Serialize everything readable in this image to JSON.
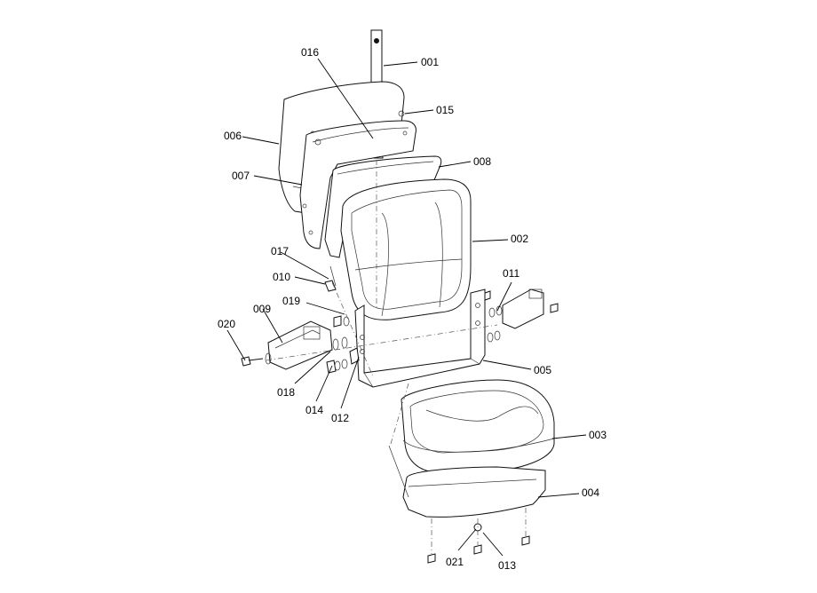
{
  "parts": [
    {
      "id": "p001",
      "label": "001"
    },
    {
      "id": "p002",
      "label": "002"
    },
    {
      "id": "p003",
      "label": "003"
    },
    {
      "id": "p004",
      "label": "004"
    },
    {
      "id": "p005",
      "label": "005"
    },
    {
      "id": "p006",
      "label": "006"
    },
    {
      "id": "p007",
      "label": "007"
    },
    {
      "id": "p008",
      "label": "008"
    },
    {
      "id": "p009",
      "label": "009"
    },
    {
      "id": "p010",
      "label": "010"
    },
    {
      "id": "p011",
      "label": "011"
    },
    {
      "id": "p012",
      "label": "012"
    },
    {
      "id": "p013",
      "label": "013"
    },
    {
      "id": "p014",
      "label": "014"
    },
    {
      "id": "p015",
      "label": "015"
    },
    {
      "id": "p016",
      "label": "016"
    },
    {
      "id": "p017",
      "label": "017"
    },
    {
      "id": "p018",
      "label": "018"
    },
    {
      "id": "p019",
      "label": "019"
    },
    {
      "id": "p020",
      "label": "020"
    },
    {
      "id": "p021",
      "label": "021"
    }
  ]
}
